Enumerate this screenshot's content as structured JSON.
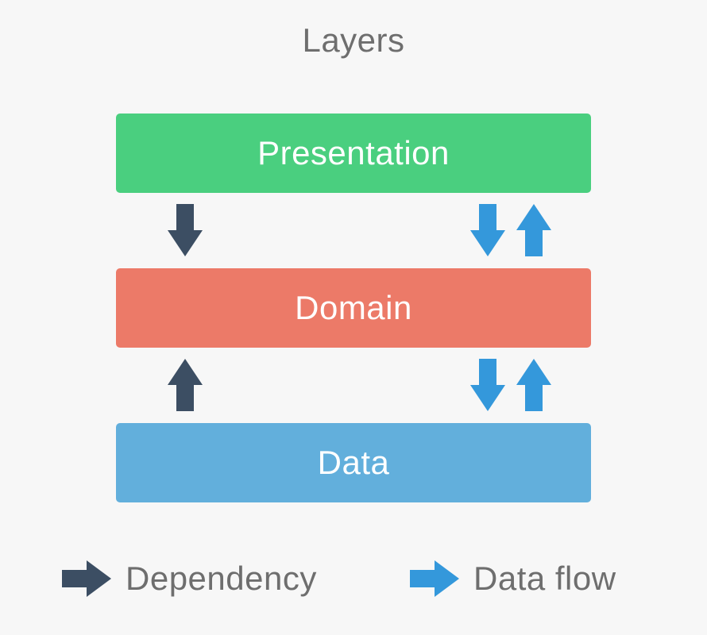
{
  "diagram": {
    "title": "Layers",
    "background_color": "#f7f7f7",
    "title_color": "#6e6e6e"
  },
  "layers": [
    {
      "id": "presentation",
      "label": "Presentation",
      "color": "#4acf7f",
      "text_color": "#ffffff"
    },
    {
      "id": "domain",
      "label": "Domain",
      "color": "#ec7a68",
      "text_color": "#ffffff"
    },
    {
      "id": "data",
      "label": "Data",
      "color": "#62afdc",
      "text_color": "#ffffff"
    }
  ],
  "arrows": {
    "dependency_color": "#3c4e63",
    "dataflow_color": "#3498db",
    "groups": [
      {
        "id": "presentation-to-domain",
        "dependency": {
          "direction": "down",
          "from": "presentation",
          "to": "domain"
        },
        "dataflow": [
          {
            "direction": "down",
            "from": "presentation",
            "to": "domain"
          },
          {
            "direction": "up",
            "from": "domain",
            "to": "presentation"
          }
        ]
      },
      {
        "id": "data-to-domain",
        "dependency": {
          "direction": "up",
          "from": "data",
          "to": "domain"
        },
        "dataflow": [
          {
            "direction": "down",
            "from": "domain",
            "to": "data"
          },
          {
            "direction": "up",
            "from": "data",
            "to": "domain"
          }
        ]
      }
    ]
  },
  "legend": {
    "items": [
      {
        "id": "dependency",
        "label": "Dependency",
        "color": "#3c4e63"
      },
      {
        "id": "dataflow",
        "label": "Data flow",
        "color": "#3498db"
      }
    ],
    "text_color": "#6e6e6e"
  }
}
